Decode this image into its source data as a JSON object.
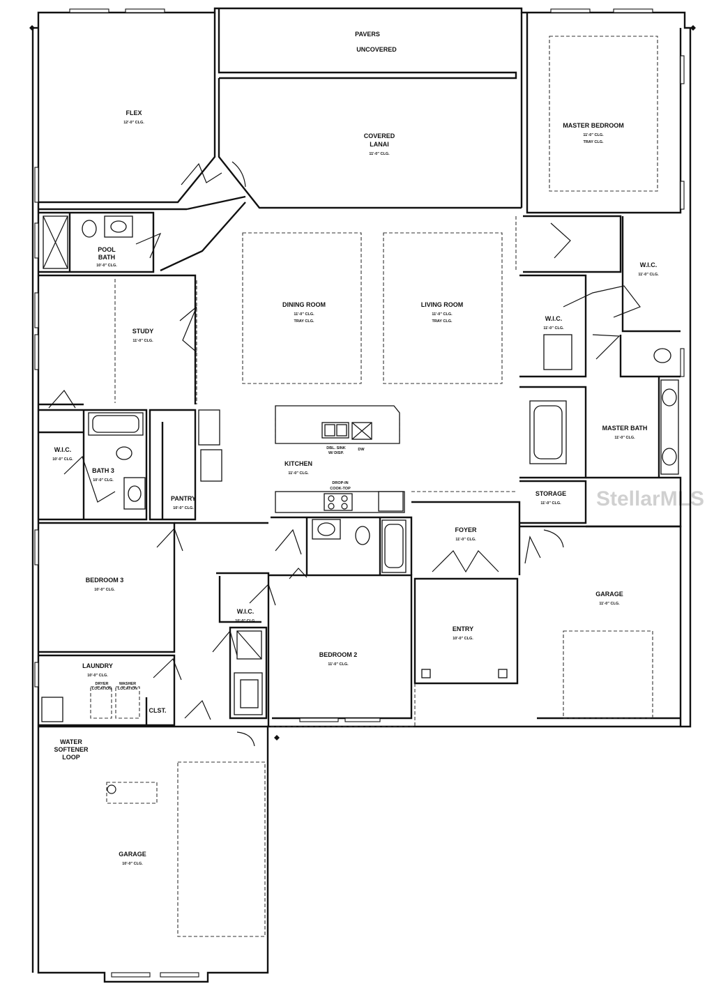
{
  "watermark": "StellarMLS",
  "rooms": {
    "pavers": {
      "name": "PAVERS",
      "sub": "UNCOVERED"
    },
    "flex": {
      "name": "FLEX",
      "sub": "12'-0\" CLG."
    },
    "covered_lanai": {
      "name": "COVERED",
      "name2": "LANAI",
      "sub": "11'-0\" CLG."
    },
    "master_bedroom": {
      "name": "MASTER BEDROOM",
      "sub": "11'-0\" CLG.",
      "sub2": "TRAY CLG."
    },
    "pool_bath": {
      "name": "POOL",
      "name2": "BATH",
      "sub": "10'-0\" CLG."
    },
    "wic_master_top": {
      "name": "W.I.C.",
      "sub": "11'-0\" CLG."
    },
    "study": {
      "name": "STUDY",
      "sub": "11'-0\" CLG."
    },
    "dining_room": {
      "name": "DINING ROOM",
      "sub": "11'-0\" CLG.",
      "sub2": "TRAY CLG."
    },
    "living_room": {
      "name": "LIVING ROOM",
      "sub": "11'-0\" CLG.",
      "sub2": "TRAY CLG."
    },
    "wic_master_mid": {
      "name": "W.I.C.",
      "sub": "11'-0\" CLG."
    },
    "master_bath": {
      "name": "MASTER BATH",
      "sub": "11'-0\" CLG."
    },
    "wic_bath3": {
      "name": "W.I.C.",
      "sub": "10'-0\" CLG."
    },
    "bath3": {
      "name": "BATH 3",
      "sub": "10'-0\" CLG."
    },
    "kitchen": {
      "name": "KITCHEN",
      "sub": "11'-0\" CLG."
    },
    "pantry": {
      "name": "PANTRY",
      "sub": "10'-0\" CLG."
    },
    "storage": {
      "name": "STORAGE",
      "sub": "11'-0\" CLG."
    },
    "foyer": {
      "name": "FOYER",
      "sub": "11'-0\" CLG."
    },
    "bedroom3": {
      "name": "BEDROOM 3",
      "sub": "10'-0\" CLG."
    },
    "garage_right": {
      "name": "GARAGE",
      "sub": "11'-0\" CLG."
    },
    "wic_bed2": {
      "name": "W.I.C.",
      "sub": "10'-0\" CLG."
    },
    "entry": {
      "name": "ENTRY",
      "sub": "10'-0\" CLG."
    },
    "bedroom2": {
      "name": "BEDROOM 2",
      "sub": "11'-0\" CLG."
    },
    "laundry": {
      "name": "LAUNDRY",
      "sub": "10'-0\" CLG."
    },
    "closet": {
      "name": "CLST."
    },
    "water_softener": {
      "name": "WATER",
      "name2": "SOFTENER",
      "name3": "LOOP"
    },
    "garage_left": {
      "name": "GARAGE",
      "sub": "10'-0\" CLG."
    }
  },
  "notes": {
    "drop_in_cooktop": "DROP-IN",
    "drop_in_cooktop2": "COOK-TOP",
    "dbl_sink": "DBL. SINK",
    "dbl_sink2": "W/ DISP.",
    "dw": "DW",
    "dryer": "DRYER",
    "dryer2": "LOCATION",
    "washer": "WASHER",
    "washer2": "LOCATION"
  }
}
